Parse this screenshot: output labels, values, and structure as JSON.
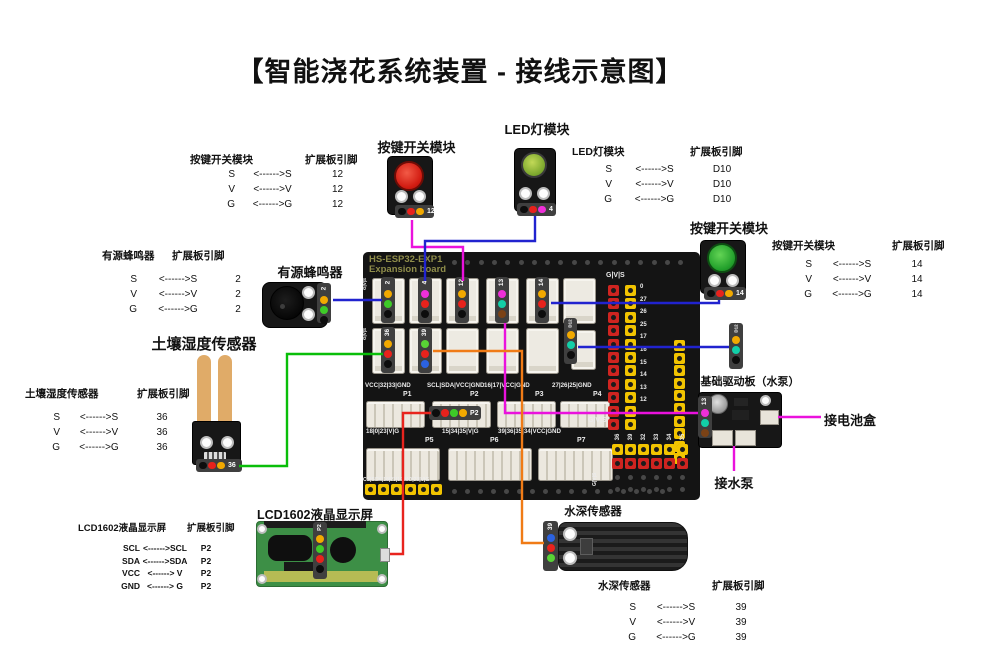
{
  "title": "【智能浇花系统装置 - 接线示意图】",
  "board": {
    "name1": "HS-ESP32-EXP1",
    "name2": "Expansion board",
    "row1_tags": [
      {
        "label": "2",
        "dots": [
          "#f2a900",
          "#3ecb28",
          "#0d0d0d"
        ]
      },
      {
        "label": "4",
        "dots": [
          "#ee2fd8",
          "#e8221c",
          "#0d0d0d"
        ]
      },
      {
        "label": "12",
        "dots": [
          "#f2a900",
          "#e8221c",
          "#0d0d0d"
        ]
      },
      {
        "label": "13",
        "dots": [
          "#ee2fd8",
          "#12cfa8",
          "#7a4216"
        ]
      },
      {
        "label": "14",
        "dots": [
          "#f2a900",
          "#e8221c",
          "#0d0d0d"
        ]
      }
    ],
    "row2_tags": [
      {
        "label": "36",
        "dots": [
          "#f2a900",
          "#e8221c",
          "#0d0d0d"
        ]
      },
      {
        "label": "39",
        "dots": [
          "#58d335",
          "#e8221c",
          "#2b62e0"
        ]
      }
    ],
    "d12_tag": {
      "label": "D12",
      "dots": [
        "#f2a900",
        "#12cfa8",
        "#0d0d0d"
      ]
    },
    "p2_tag": {
      "label": "P2",
      "dots": [
        "#0d0d0d",
        "#e8221c",
        "#3ecb28",
        "#f2a900"
      ]
    },
    "texts": {
      "mid_a": [
        "VCC|32|33|GND",
        "SCL|SDA|VCC|GND",
        "16|17|VCC|GND",
        "27|26|25|GND"
      ],
      "p_top": [
        "P1",
        "P2",
        "P3",
        "P4"
      ],
      "mid_b": [
        "18|0|23|V|G",
        "15|34|35|V|G",
        "39|36|35|34|VCC|GND"
      ],
      "p_bottom": [
        "P5",
        "P6",
        "P7"
      ],
      "bottom_left": "CS|SCK|18|21|19|MO|23|V|G",
      "gvs": "G|V|S",
      "left_edge": "G|V|S",
      "right_numbers": [
        "0",
        "27",
        "26",
        "25",
        "17",
        "16",
        "15",
        "14",
        "13",
        "12"
      ],
      "br_numbers": [
        "36",
        "39",
        "32",
        "33",
        "34",
        "35"
      ]
    }
  },
  "modules": {
    "button_red": {
      "title": "按键开关模块",
      "tag": {
        "label": "12",
        "dots": [
          "#0d0d0d",
          "#e8221c",
          "#f2a900"
        ]
      }
    },
    "led": {
      "title": "LED灯模块",
      "tag": {
        "label": "4",
        "dots": [
          "#0d0d0d",
          "#e8221c",
          "#ee2fd8"
        ]
      }
    },
    "button_green": {
      "title": "按键开关模块",
      "tag": {
        "label": "14",
        "dots": [
          "#0d0d0d",
          "#e8221c",
          "#f2a900"
        ]
      }
    },
    "buzzer": {
      "title": "有源蜂鸣器",
      "tag": {
        "label": "2",
        "dots": [
          "#f2a900",
          "#3ecb28",
          "#0d0d0d"
        ]
      }
    },
    "soil": {
      "title": "土壤湿度传感器",
      "tag": {
        "label": "36",
        "dots": [
          "#0d0d0d",
          "#e8221c",
          "#f2a900"
        ]
      }
    },
    "lcd": {
      "title": "LCD1602液晶显示屏",
      "tag": {
        "label": "P2",
        "dots": [
          "#f2a900",
          "#3ecb28",
          "#e8221c",
          "#0d0d0d"
        ]
      }
    },
    "water": {
      "title": "水深传感器",
      "tag": {
        "label": "39",
        "dots": [
          "#2b62e0",
          "#e8221c",
          "#58d335"
        ]
      }
    },
    "driver": {
      "title": "基础驱动板（水泵）",
      "tag": {
        "label": "13",
        "dots": [
          "#ee2fd8",
          "#12cfa8",
          "#7a4216"
        ]
      }
    },
    "d12_sat": {
      "tag": {
        "label": "D12",
        "dots": [
          "#f2a900",
          "#12cfa8",
          "#0d0d0d"
        ]
      }
    },
    "labels": {
      "battery": "接电池盒",
      "pump": "接水泵"
    }
  },
  "tables": [
    {
      "module": "按键开关模块",
      "pins": "扩展板引脚",
      "rows": [
        [
          "S",
          "<------>S",
          "12"
        ],
        [
          "V",
          "<------>V",
          "12"
        ],
        [
          "G",
          "<------>G",
          "12"
        ]
      ]
    },
    {
      "module": "LED灯模块",
      "pins": "扩展板引脚",
      "rows": [
        [
          "S",
          "<------>S",
          "D10"
        ],
        [
          "V",
          "<------>V",
          "D10"
        ],
        [
          "G",
          "<------>G",
          "D10"
        ]
      ]
    },
    {
      "module": "按键开关模块",
      "pins": "扩展板引脚",
      "rows": [
        [
          "S",
          "<------>S",
          "14"
        ],
        [
          "V",
          "<------>V",
          "14"
        ],
        [
          "G",
          "<------>G",
          "14"
        ]
      ]
    },
    {
      "module": "有源蜂鸣器",
      "pins": "扩展板引脚",
      "rows": [
        [
          "S",
          "<------>S",
          "2"
        ],
        [
          "V",
          "<------>V",
          "2"
        ],
        [
          "G",
          "<------>G",
          "2"
        ]
      ]
    },
    {
      "module": "土壤湿度传感器",
      "pins": "扩展板引脚",
      "rows": [
        [
          "S",
          "<------>S",
          "36"
        ],
        [
          "V",
          "<------>V",
          "36"
        ],
        [
          "G",
          "<------>G",
          "36"
        ]
      ]
    },
    {
      "module": "LCD1602液晶显示屏",
      "pins": "扩展板引脚",
      "rows": [
        [
          "SCL",
          "<------>SCL",
          "P2"
        ],
        [
          "SDA",
          "<------>SDA",
          "P2"
        ],
        [
          "VCC",
          "<------> V",
          "P2"
        ],
        [
          "GND",
          "<------> G",
          "P2"
        ]
      ]
    },
    {
      "module": "水深传感器",
      "pins": "扩展板引脚",
      "rows": [
        [
          "S",
          "<------>S",
          "39"
        ],
        [
          "V",
          "<------>V",
          "39"
        ],
        [
          "G",
          "<------>G",
          "39"
        ]
      ]
    }
  ],
  "wire_colors": {
    "magenta": "#ea12dd",
    "blue": "#2123cf",
    "green": "#09be09",
    "red": "#e8241e",
    "orange": "#f07b16"
  },
  "pin_colors": {
    "yellow": "#f2c400",
    "red": "#cf2420"
  }
}
